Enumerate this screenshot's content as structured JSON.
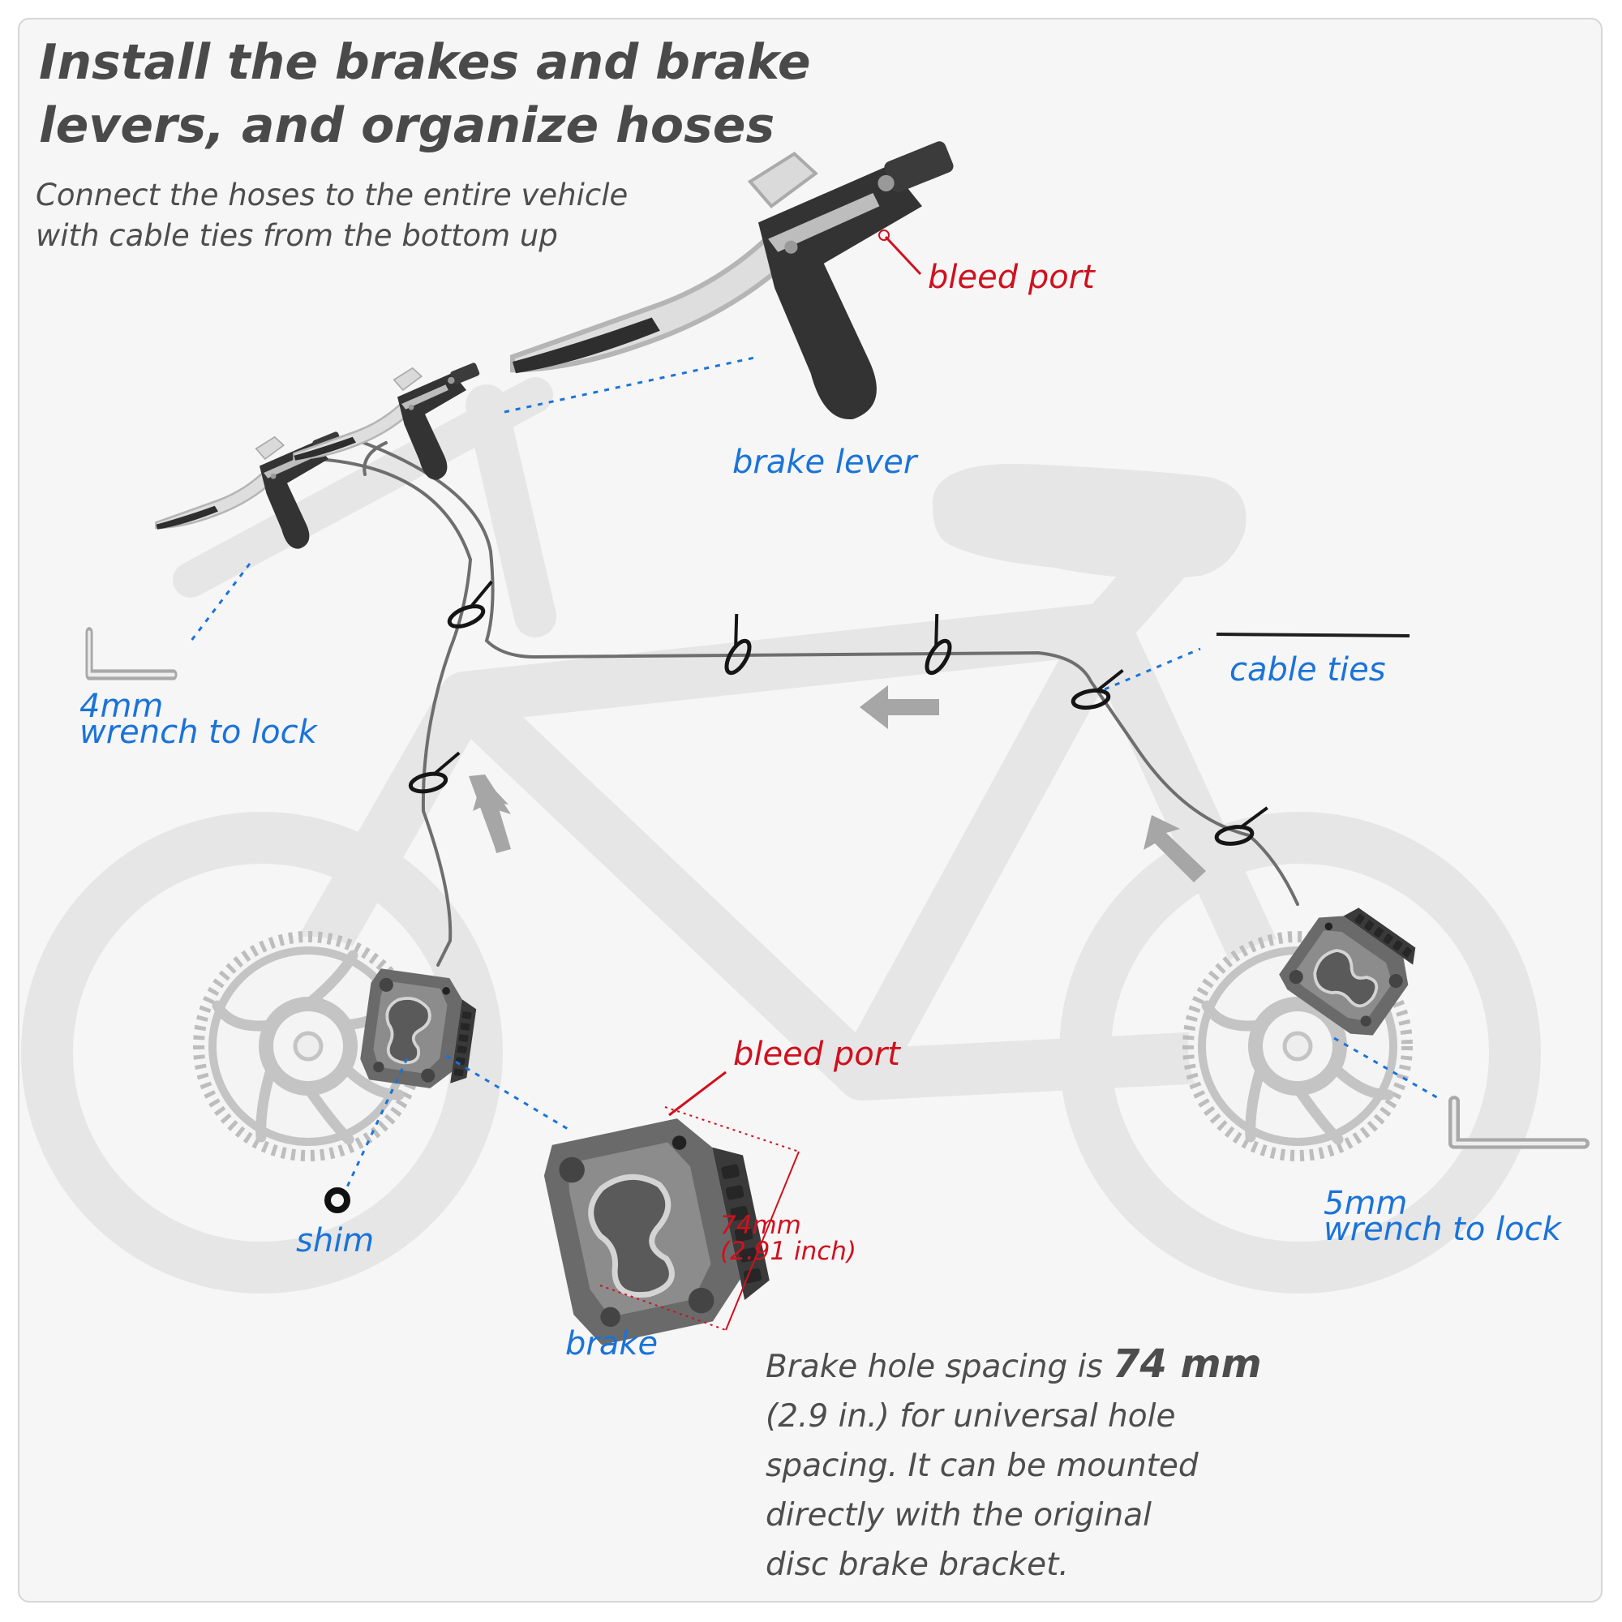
{
  "title": {
    "line1": "Install the brakes and brake",
    "line2": "levers, and organize hoses"
  },
  "subtitle": {
    "line1": "Connect the hoses to the entire vehicle",
    "line2": "with cable ties from the bottom up"
  },
  "labels": {
    "bleed_port_top": "bleed port",
    "brake_lever": "brake lever",
    "cable_ties": "cable ties",
    "wrench_4mm_line1": "4mm",
    "wrench_4mm_line2": "wrench to  lock",
    "bleed_port_caliper": "bleed port",
    "dimension_mm": "74mm",
    "dimension_inch": "(2.91 inch)",
    "shim": "shim",
    "brake": "brake",
    "wrench_5mm_line1": "5mm",
    "wrench_5mm_line2": "wrench to  lock"
  },
  "note": {
    "line1_prefix": "Brake hole spacing is ",
    "line1_value": "74 mm",
    "line2": "(2.9 in.) for universal hole",
    "line3": "spacing. It can be mounted",
    "line4": "directly with the original",
    "line5": "disc brake bracket."
  },
  "colors": {
    "label_blue": "#1a73d9",
    "label_red": "#d0101e",
    "bike_silhouette": "#e6e6e6",
    "hose": "#6e6e6e",
    "text_dark": "#4a4a4a"
  },
  "icons": [
    "brake-lever-icon",
    "brake-caliper-icon",
    "disc-rotor-icon",
    "allen-wrench-icon",
    "cable-tie-icon",
    "shim-washer-icon",
    "direction-arrow-icon"
  ]
}
